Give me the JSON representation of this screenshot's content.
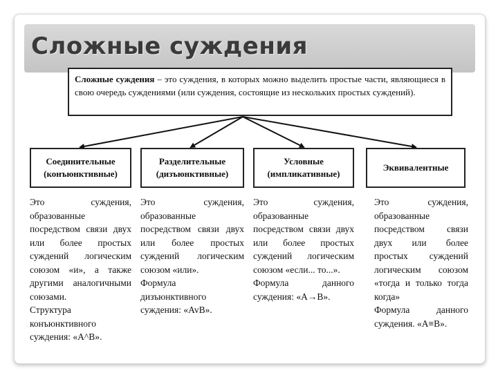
{
  "slide": {
    "title": "Сложные суждения"
  },
  "definition": {
    "term": "Сложные суждения",
    "text": " – это суждения, в которых можно выделить простые части, являющиеся в свою очередь суждениями (или суждения, состоящие из нескольких простых суждений)."
  },
  "categories": [
    {
      "line1": "Соединительные",
      "line2": "(конъюнктивные)",
      "description": "Это суждения, образованные посредством связи двух или более простых суждений логическим союзом «и», а также другими аналогичными союзами.",
      "formula": "Структура конъюнктивного суждения: «A^B»."
    },
    {
      "line1": "Разделительные",
      "line2": "(дизъюнктивные)",
      "description": "Это суждения, образованные посредством связи двух или более простых суждений логическим союзом «или».",
      "formula": "Формула дизъюнктивного суждения: «AvB»."
    },
    {
      "line1": "Условные",
      "line2": "(импликативные)",
      "description": "Это суждения, образованные посредством связи двух или более простых суждений логическим союзом «если... то...».",
      "formula": "Формула данного суждения: «A→B»."
    },
    {
      "line1": "Эквивалентные",
      "line2": "",
      "description": "Это суждения, образованные посредством связи двух или более простых суждений логическим союзом «тогда и только тогда когда»",
      "formula": "Формула данного суждения. «A≡B»."
    }
  ]
}
